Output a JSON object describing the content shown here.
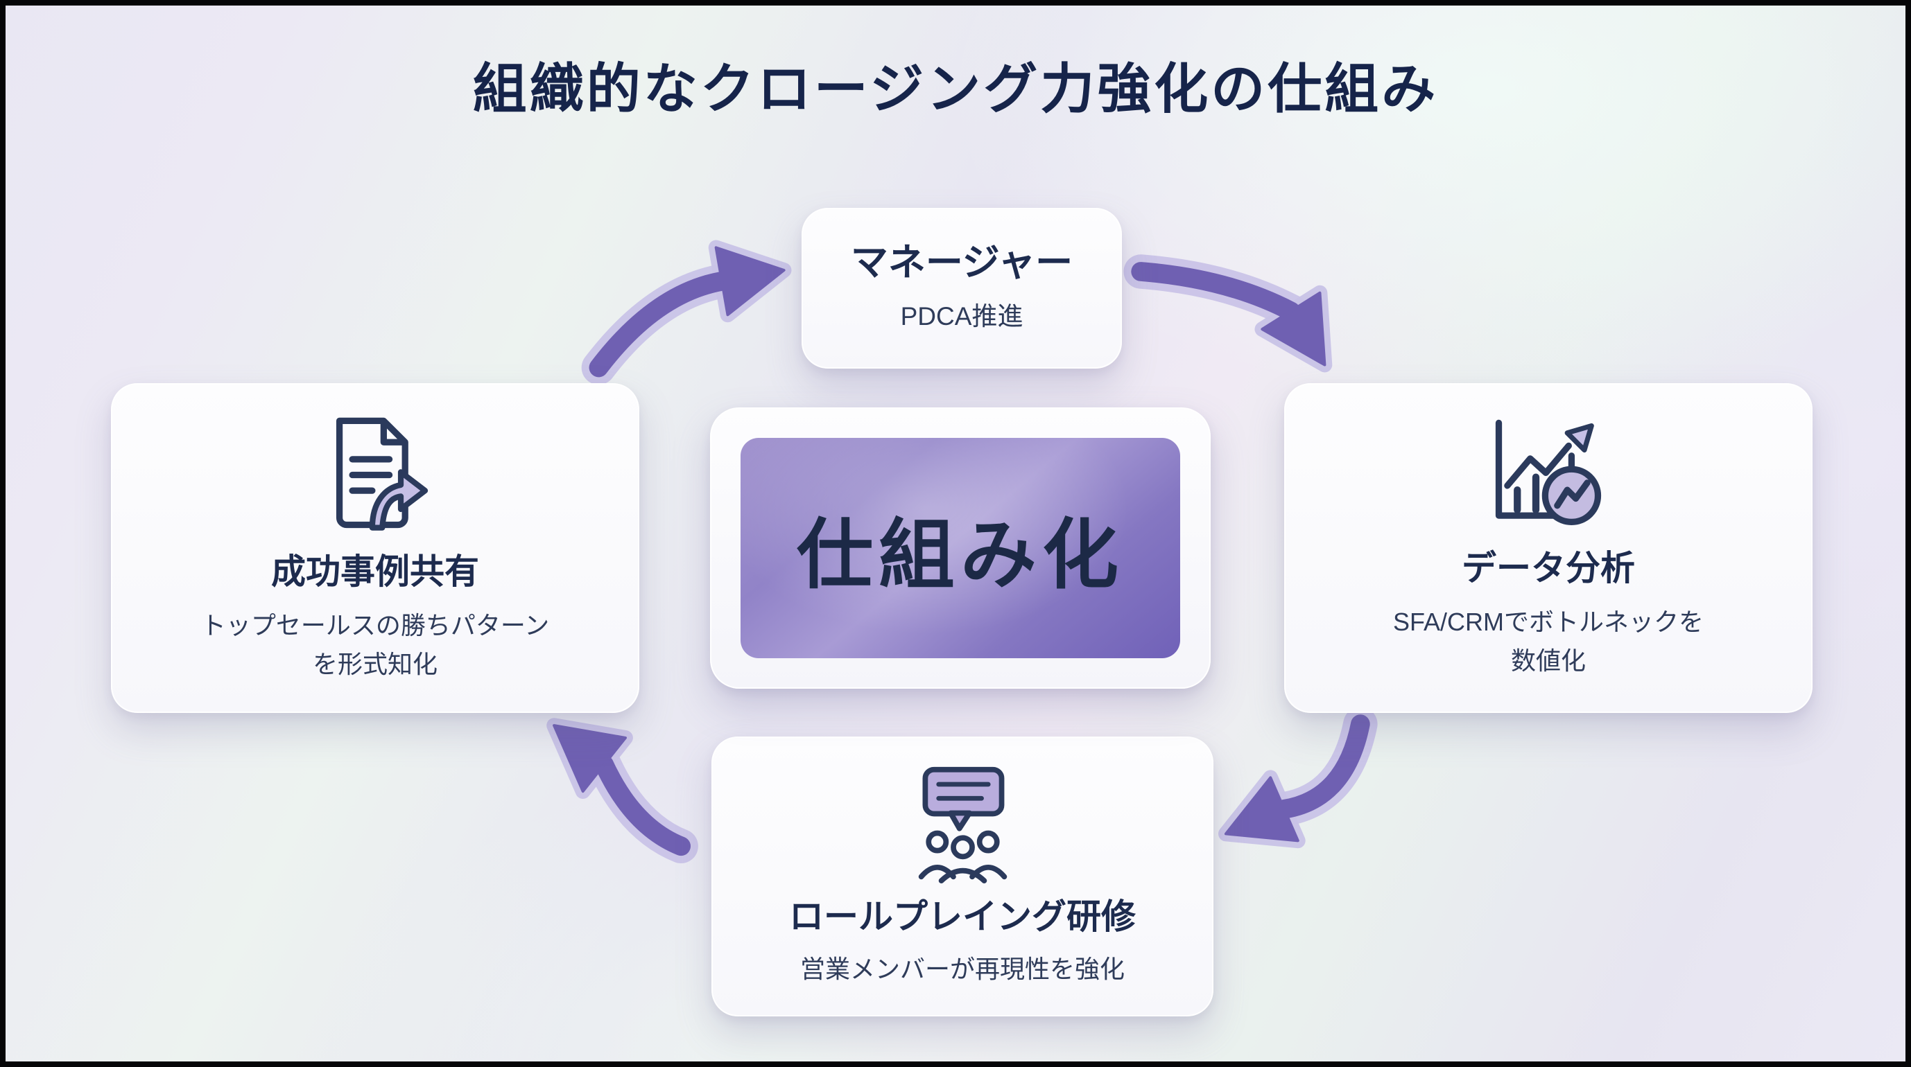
{
  "title": "組織的なクロージング力強化の仕組み",
  "center": {
    "label": "仕組み化"
  },
  "nodes": {
    "top": {
      "title": "マネージャー",
      "subtitle": "PDCA推進"
    },
    "right": {
      "title": "データ分析",
      "subtitle": "SFA/CRMでボトルネックを\n数値化",
      "icon": "chart-growth-icon"
    },
    "bottom": {
      "title": "ロールプレイング研修",
      "subtitle": "営業メンバーが再現性を強化",
      "icon": "discussion-people-icon"
    },
    "left": {
      "title": "成功事例共有",
      "subtitle": "トップセールスの勝ちパターン\nを形式知化",
      "icon": "document-share-icon"
    }
  },
  "colors": {
    "title_text": "#16244a",
    "card_text": "#1d2b4e",
    "subtitle_text": "#2f3c5a",
    "card_background": "#fafbfd",
    "arrow_purple": "#6f60b2",
    "arrow_halo": "#c9c3e7",
    "icon_outline": "#2b3a5c",
    "icon_lavender_fill": "#c6bfe6",
    "center_box_gradient": [
      "#a294cf",
      "#7061b8"
    ],
    "frame_border": "#060608"
  }
}
